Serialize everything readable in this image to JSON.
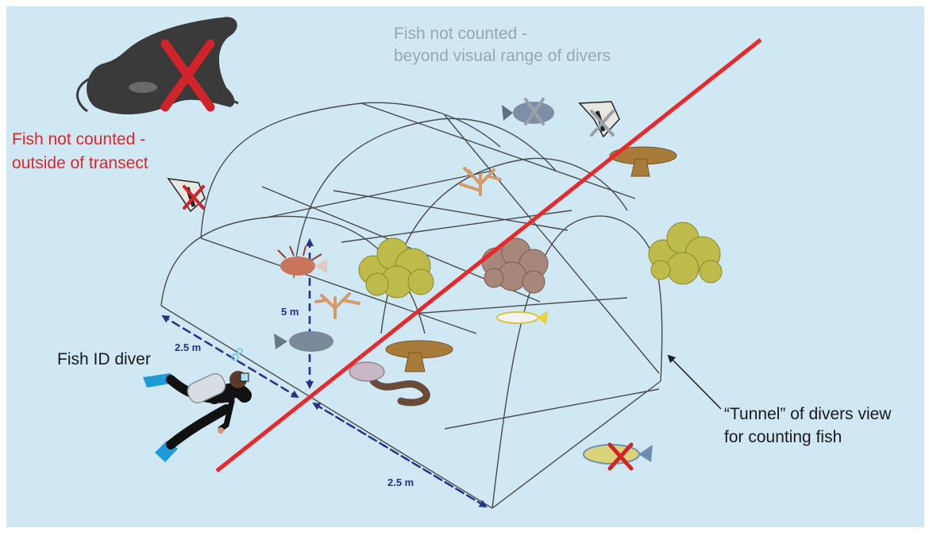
{
  "labels": {
    "beyond_range_line1": "Fish not counted -",
    "beyond_range_line2": "beyond visual range of divers",
    "outside_transect_line1": "Fish not counted -",
    "outside_transect_line2": "outside of transect",
    "fish_id_diver": "Fish ID diver",
    "tunnel_line1": "“Tunnel” of divers view",
    "tunnel_line2": "for counting fish",
    "dim_height": "5 m",
    "dim_left_width": "2.5 m",
    "dim_bottom_width": "2.5 m"
  },
  "colors": {
    "background": "#cfe8f3",
    "transect_line": "#e8282b",
    "dimension_arrows": "#27328a",
    "tunnel_wire": "#4a4a4a",
    "not_counted_mark": "#d0232a",
    "grey_text": "#9aa7ad",
    "red_text": "#e2262a"
  },
  "icons": {
    "manta_ray": "manta-ray-icon",
    "diver": "scuba-diver-icon",
    "cross_mark": "red-x-icon"
  }
}
